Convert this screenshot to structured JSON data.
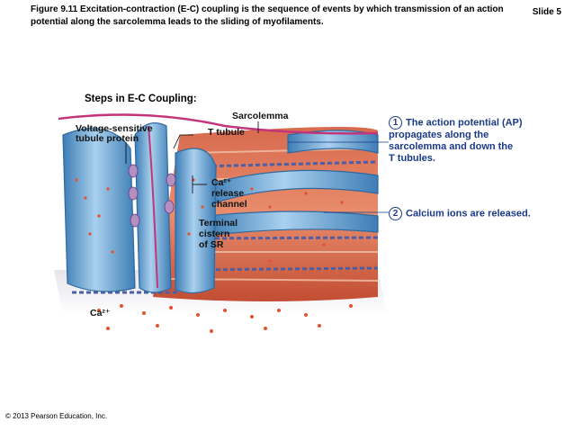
{
  "caption": "Figure 9.11 Excitation-contraction (E-C) coupling is the sequence of events by which transmission of an action potential along the sarcolemma leads to the sliding of myofilaments.",
  "slide_label": "Slide 5",
  "section_title": "Steps in E-C Coupling:",
  "labels": {
    "sarcolemma": "Sarcolemma",
    "voltage_sensitive": "Voltage-sensitive",
    "tubule_protein": "tubule protein",
    "t_tubule": "T tubule",
    "ca_release_1": "Ca²⁺",
    "ca_release_2": "release",
    "ca_release_3": "channel",
    "terminal_1": "Terminal",
    "terminal_2": "cistern",
    "terminal_3": "of SR",
    "ca_ion": "Ca²⁺"
  },
  "steps": [
    {
      "number": "1",
      "line1": "The action potential (AP)",
      "line2": "propagates along the",
      "line3": "sarcolemma and down the",
      "line4": "T tubules."
    },
    {
      "number": "2",
      "line1": "Calcium ions are released."
    }
  ],
  "copyright": "© 2013 Pearson Education, Inc.",
  "colors": {
    "annotation": "#1b3a8a",
    "membrane_pink": "#c2357a",
    "tubule_blue": "#6ea8d6",
    "muscle_red": "#c2452f"
  }
}
